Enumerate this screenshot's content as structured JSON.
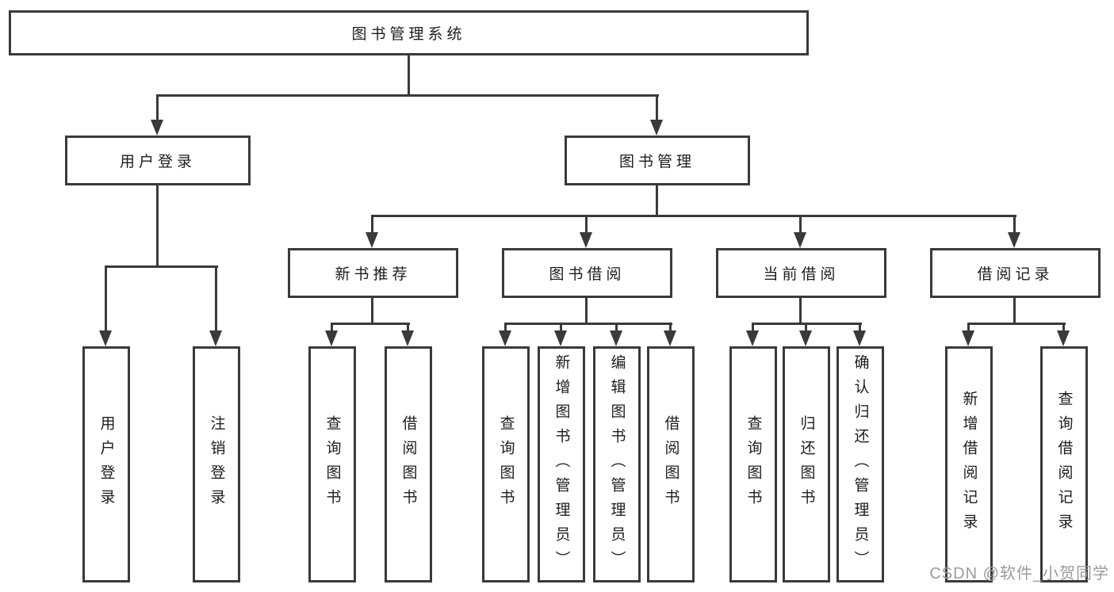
{
  "colors": {
    "line": "#3a3a3a",
    "text": "#1d1d1d",
    "box_background": "#ffffff",
    "page_background": "#ffffff",
    "watermark": "#9b9b9b"
  },
  "tree": {
    "label": "图书管理系统",
    "children": [
      {
        "label": "用户登录",
        "children": [
          {
            "label": "用户登录"
          },
          {
            "label": "注销登录"
          }
        ]
      },
      {
        "label": "图书管理",
        "children": [
          {
            "label": "新书推荐",
            "children": [
              {
                "label": "查询图书"
              },
              {
                "label": "借阅图书"
              }
            ]
          },
          {
            "label": "图书借阅",
            "children": [
              {
                "label": "查询图书"
              },
              {
                "label": "新增图书（管理员）"
              },
              {
                "label": "编辑图书（管理员）"
              },
              {
                "label": "借阅图书"
              }
            ]
          },
          {
            "label": "当前借阅",
            "children": [
              {
                "label": "查询图书"
              },
              {
                "label": "归还图书"
              },
              {
                "label": "确认归还（管理员）"
              }
            ]
          },
          {
            "label": "借阅记录",
            "children": [
              {
                "label": "新增借阅记录"
              },
              {
                "label": "查询借阅记录"
              }
            ]
          }
        ]
      }
    ]
  },
  "watermark": "CSDN @软件_小贺同学"
}
